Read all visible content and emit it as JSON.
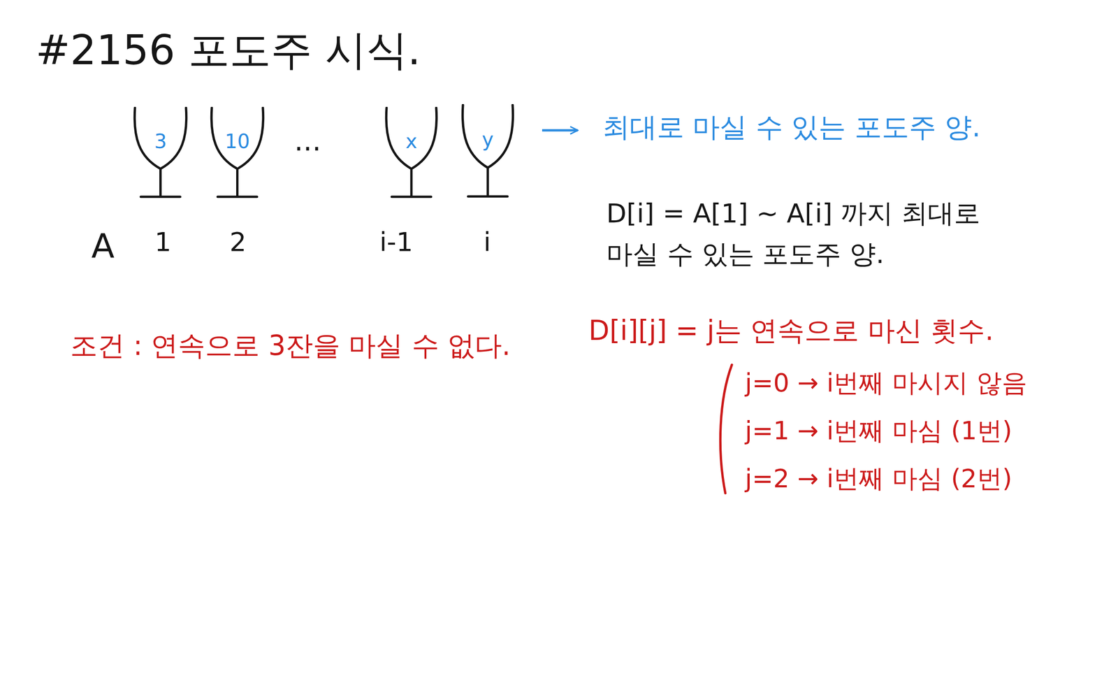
{
  "diagram": {
    "title": "#2156 포도주 시식.",
    "nodes": [
      {
        "text": [
          "3"
        ]
      },
      {
        "text": [
          "10"
        ]
      },
      {
        "text": [
          "x"
        ]
      },
      {
        "text": [
          "y"
        ]
      }
    ],
    "labels": [
      "A",
      "1",
      "2",
      "i-1",
      "i",
      "···",
      "최대로 마실 수 있는 포도주 양.",
      "D[i] = A[1] ~ A[i] 까지 최대로 마실 수 있는 포도주 양.",
      "조건 : 연속으로 3잔을 마실 수 없다.",
      "D[i][j] = j는 연속으로 마신 횟수.",
      "j=0 → i번째 마시지 않음",
      "j=1 → i번째 마심 (1번)",
      "j=2 → i번째 마심 (2번)"
    ]
  }
}
